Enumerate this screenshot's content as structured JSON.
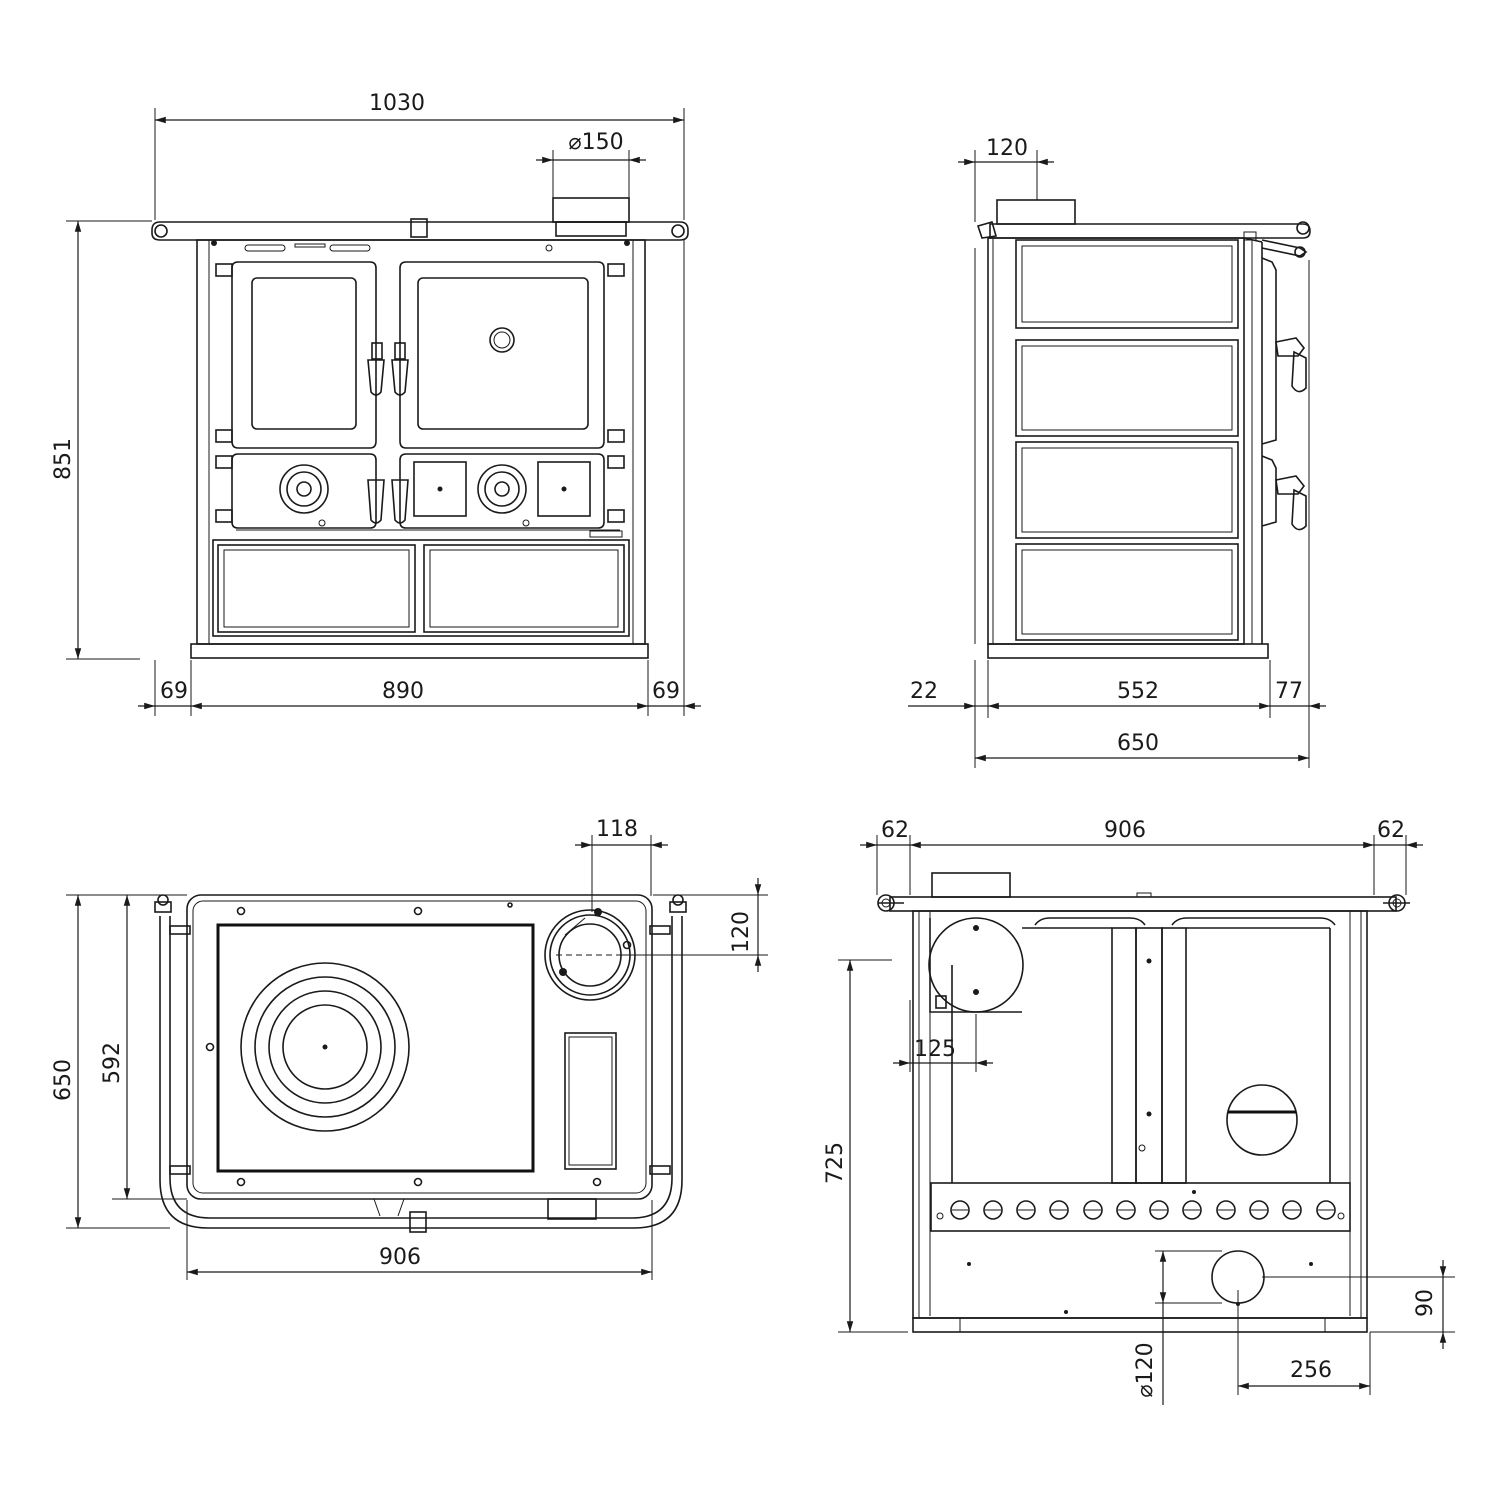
{
  "front_view": {
    "overall_width": "1030",
    "flue_diameter": "⌀150",
    "height": "851",
    "left_margin": "69",
    "base_width": "890",
    "right_margin": "69"
  },
  "side_view": {
    "flue_offset": "120",
    "rear_offset": "22",
    "body_depth": "552",
    "front_projection": "77",
    "overall_depth": "650"
  },
  "top_view": {
    "flue_offset": "118",
    "flue_depth": "120",
    "overall_depth": "650",
    "inner_depth": "592",
    "width": "906"
  },
  "rear_view": {
    "left_margin": "62",
    "width": "906",
    "right_margin": "62",
    "flue_height": "725",
    "flue_offset": "125",
    "air_inlet_diameter": "⌀120",
    "air_inlet_height": "90",
    "air_inlet_offset": "256"
  }
}
